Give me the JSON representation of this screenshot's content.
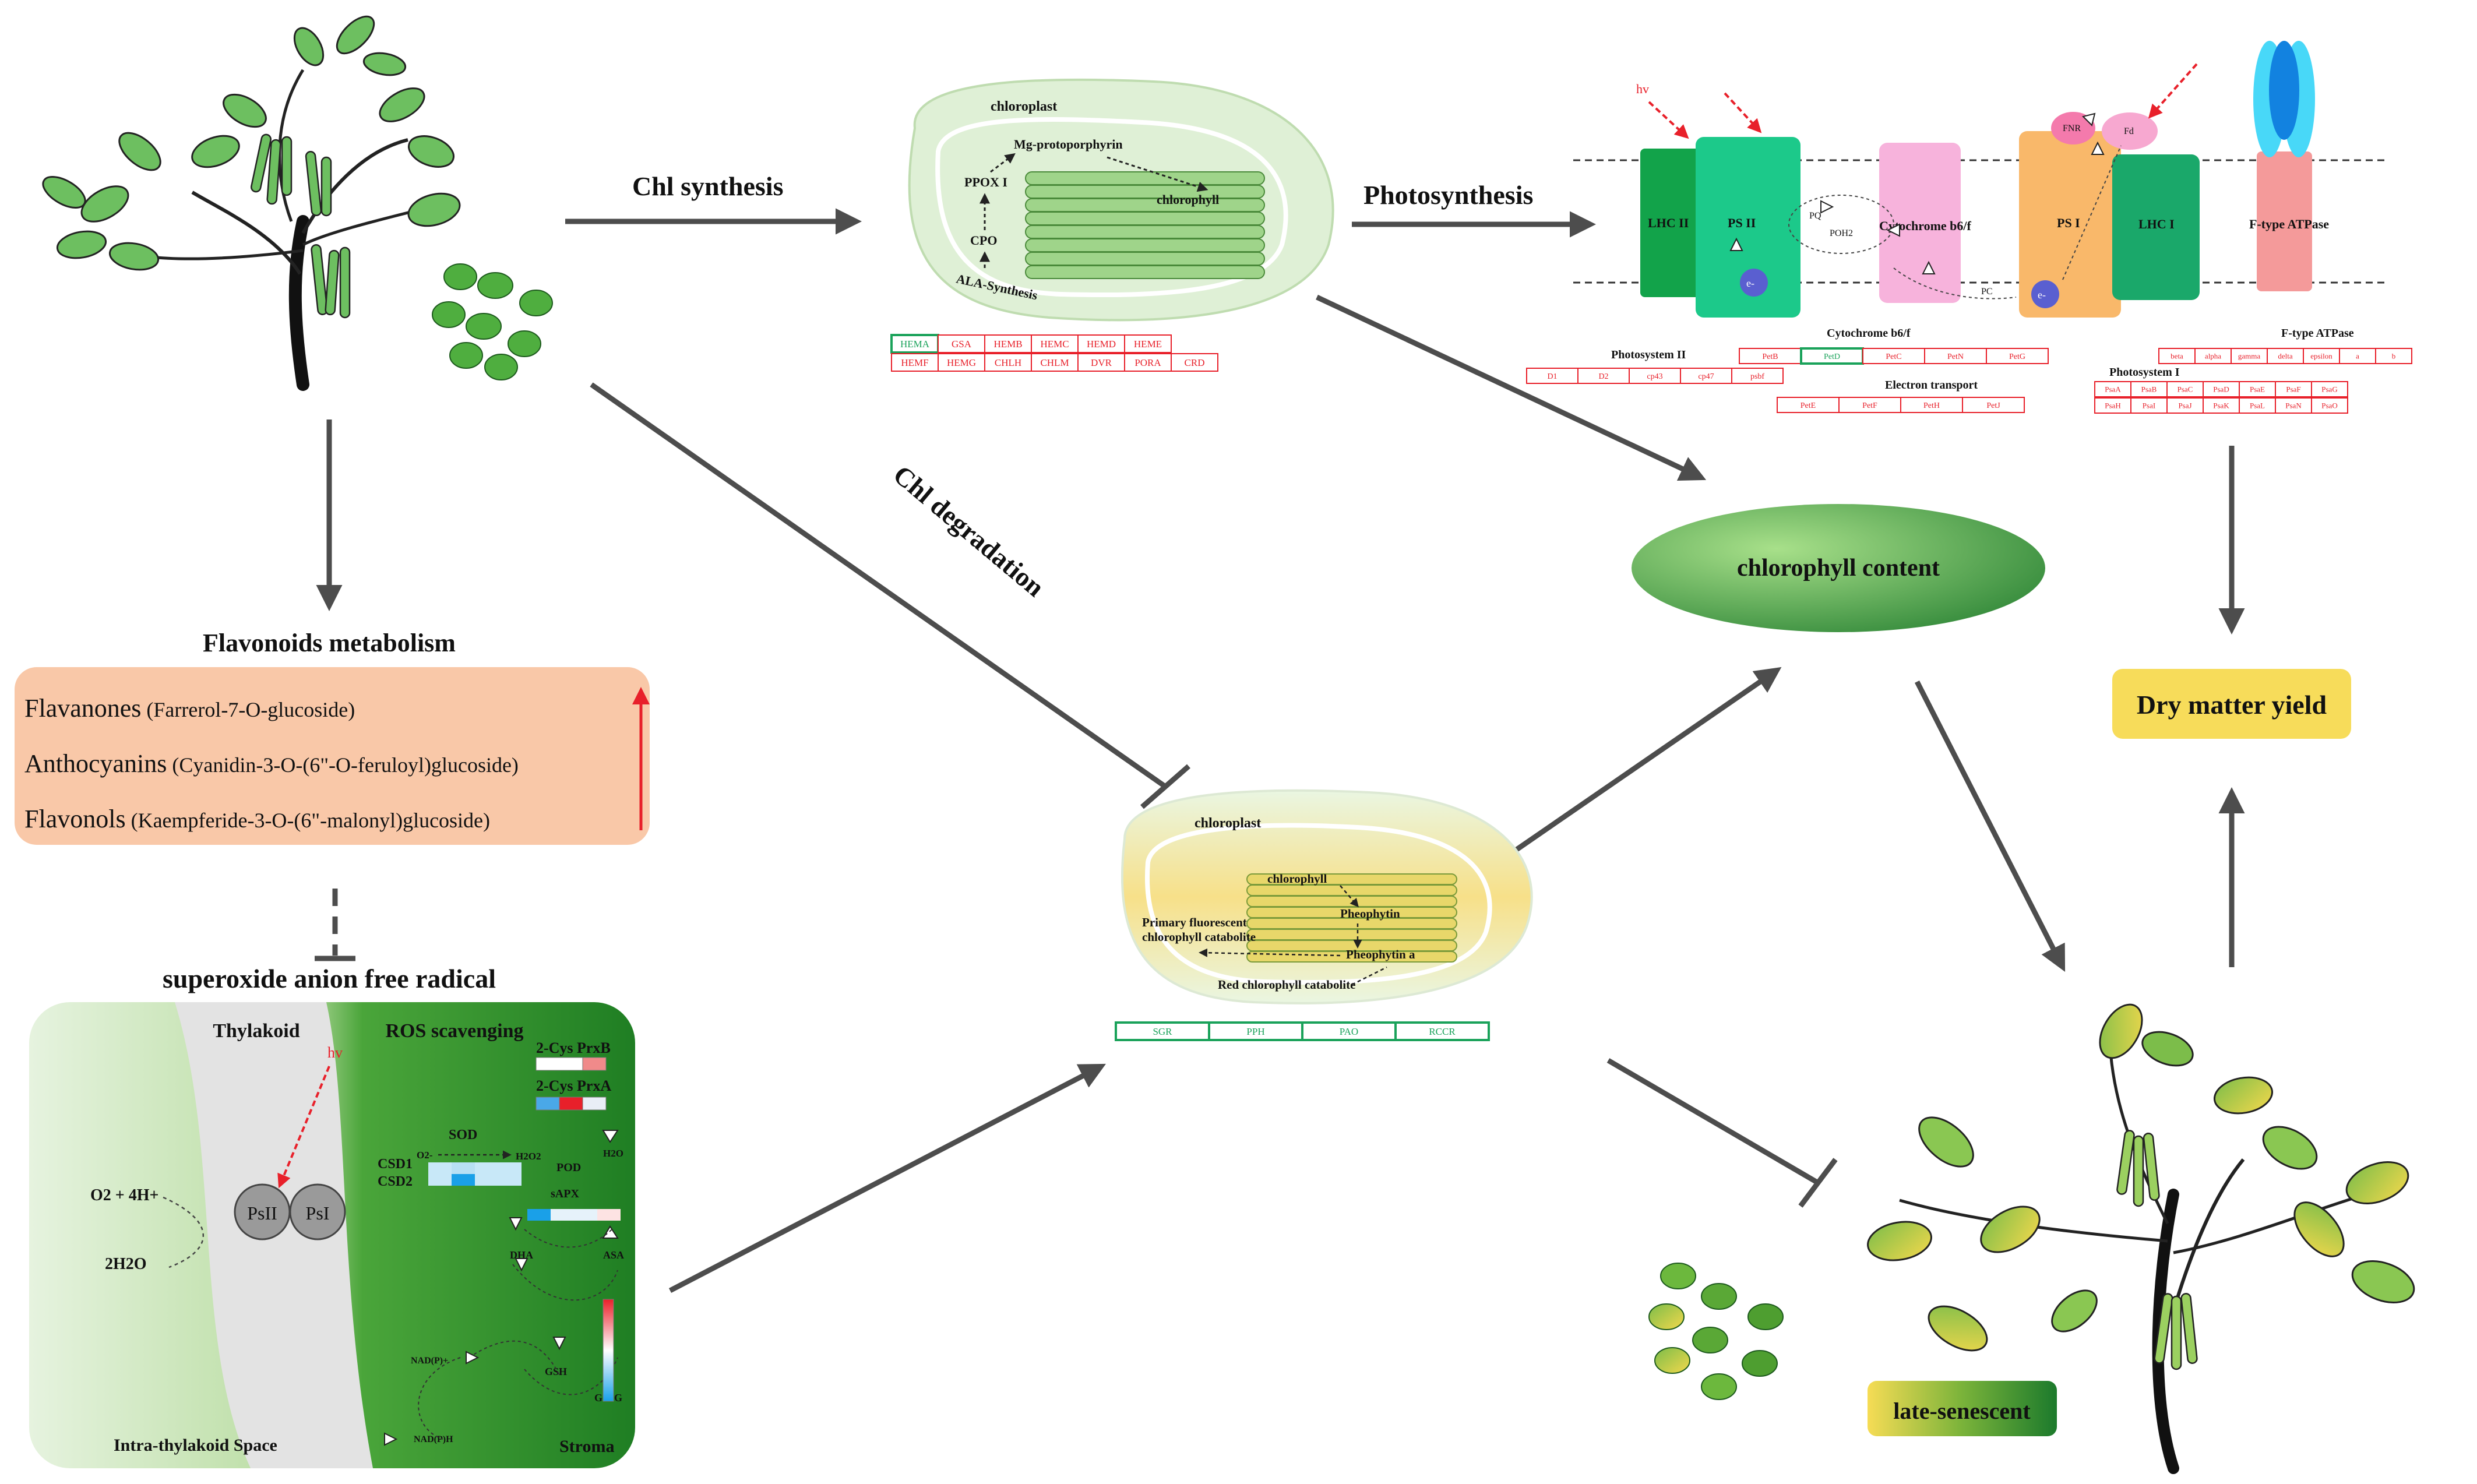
{
  "colors": {
    "arrow": "#4d4d4d",
    "red": "#e8202a",
    "green_dark": "#1f8a3a",
    "green_light": "#dff0d6",
    "flavonoid_box": "#f9c8a8",
    "yellow": "#f7dc5a",
    "ps2": "#1cc98a",
    "lhc": "#12a34a",
    "cyt": "#f7b3dc",
    "ps1": "#f9b86a",
    "atp_top": "#18aeea",
    "atp_stalk": "#f49a9a"
  },
  "labels": {
    "chl_synthesis": "Chl synthesis",
    "photosynthesis": "Photosynthesis",
    "chl_degradation": "Chl degradation",
    "chlorophyll_content": "chlorophyll content",
    "dry_matter_yield": "Dry matter yield",
    "late_senescent": "late-senescent"
  },
  "flavonoids": {
    "title": "Flavonoids metabolism",
    "rows": [
      {
        "class": "Flavanones",
        "compound": " (Farrerol-7-O-glucoside)"
      },
      {
        "class": "Anthocyanins",
        "compound": " (Cyanidin-3-O-(6\"-O-feruloyl)glucoside)"
      },
      {
        "class": "Flavonols",
        "compound": " (Kaempferide-3-O-(6\"-malonyl)glucoside)"
      }
    ]
  },
  "chl_synth_panel": {
    "chloroplast": "chloroplast",
    "mg_proto": "Mg-protoporphyrin",
    "ppox": "PPOX I",
    "chlorophyll": "chlorophyll",
    "cpo": "CPO",
    "ala": "ALA-Synthesis",
    "genes_row1": [
      "HEMA",
      "GSA",
      "HEMB",
      "HEMC",
      "HEMD",
      "HEME"
    ],
    "genes_row2": [
      "HEMF",
      "HEMG",
      "CHLH",
      "CHLM",
      "DVR",
      "PORA",
      "CRD"
    ]
  },
  "degradation_panel": {
    "chloroplast": "chloroplast",
    "chlorophyll": "chlorophyll",
    "pheophytin": "Pheophytin",
    "pheophorbide": "Pheophytin a",
    "pfcc_1": "Primary fluorescent",
    "pfcc_2": "chlorophyll catabolite",
    "rcc": "Red chlorophyll catabolite",
    "genes": [
      "SGR",
      "PPH",
      "PAO",
      "RCCR"
    ]
  },
  "photosynthesis_panel": {
    "hv": "hv",
    "lhc2": "LHC II",
    "ps2": "PS II",
    "pq": "PQ",
    "pqh2": "POH2",
    "cyt": "Cytochrome b6/f",
    "pc": "PC",
    "fnr": "FNR",
    "fd": "Fd",
    "ps1": "PS I",
    "lhc1": "LHC I",
    "atpase": "F-type ATPase",
    "e": "e-",
    "ps2_title": "Photosystem II",
    "ps2_genes": [
      "D1",
      "D2",
      "cp43",
      "cp47",
      "psbf"
    ],
    "cyt_title": "Cytochrome b6/f",
    "cyt_genes": [
      "PetB",
      "PetD",
      "PetC",
      "PetN",
      "PetG"
    ],
    "et_title": "Electron transport",
    "et_genes": [
      "PetE",
      "PetF",
      "PetH",
      "PetJ"
    ],
    "atp_title": "F-type ATPase",
    "atp_genes": [
      "beta",
      "alpha",
      "gamma",
      "delta",
      "epsilon",
      "a",
      "b"
    ],
    "ps1_title": "Photosystem I",
    "ps1_genes_row1": [
      "PsaA",
      "PsaB",
      "PsaC",
      "PsaD",
      "PsaE",
      "PsaF",
      "PsaG"
    ],
    "ps1_genes_row2": [
      "PsaH",
      "PsaI",
      "PsaJ",
      "PsaK",
      "PsaL",
      "PsaN",
      "PsaO"
    ]
  },
  "ros_panel": {
    "title": "superoxide anion free radical",
    "thylakoid": "Thylakoid",
    "ros_scavenging": "ROS scavenging",
    "hv": "hv",
    "o2_4h": "O2 + 4H+",
    "h2o_2": "2H2O",
    "psII": "PsII",
    "psI": "PsI",
    "sod": "SOD",
    "csd1": "CSD1",
    "csd2": "CSD2",
    "o2": "O2-",
    "h2o2": "H2O2",
    "pod": "POD",
    "h2o": "H2O",
    "sapx": "sAPX",
    "prxb": "2-Cys PrxB",
    "prxa": "2-Cys PrxA",
    "dha": "DHA",
    "asa": "ASA",
    "gsh": "GSH",
    "gssg": "GSSG",
    "nadp": "NAD(P)+",
    "nadph": "NAD(P)H",
    "intra": "Intra-thylakoid Space",
    "stroma": "Stroma"
  }
}
